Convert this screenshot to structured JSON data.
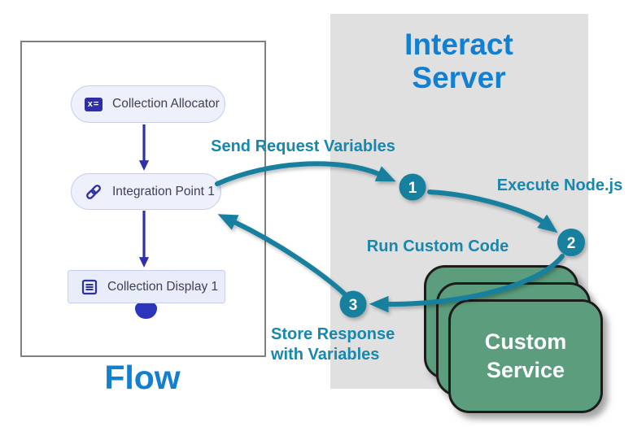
{
  "colors": {
    "title_blue": "#1180d2",
    "arrow_teal": "#17809e",
    "label_teal": "#1787ad",
    "node_indigo": "#2d2fa5",
    "service_green": "#5b9d7c",
    "server_panel_gray": "#e0e0e0"
  },
  "flow": {
    "title": "Flow",
    "nodes": [
      {
        "label": "Collection Allocator",
        "icon": "formula-icon",
        "icon_text": "x="
      },
      {
        "label": "Integration Point 1",
        "icon": "link-icon"
      },
      {
        "label": "Collection Display 1",
        "icon": "list-icon"
      }
    ]
  },
  "server": {
    "title": "Interact Server"
  },
  "steps": [
    {
      "number": "1",
      "label": "Send Request Variables"
    },
    {
      "number": "2",
      "label": "Execute Node.js"
    },
    {
      "number": "3",
      "label": "Run Custom Code"
    }
  ],
  "labels": {
    "send_request": "Send Request Variables",
    "execute_node": "Execute Node.js",
    "run_custom": "Run Custom Code",
    "store_response": "Store Response with Variables"
  },
  "service": {
    "label": "Custom Service"
  }
}
